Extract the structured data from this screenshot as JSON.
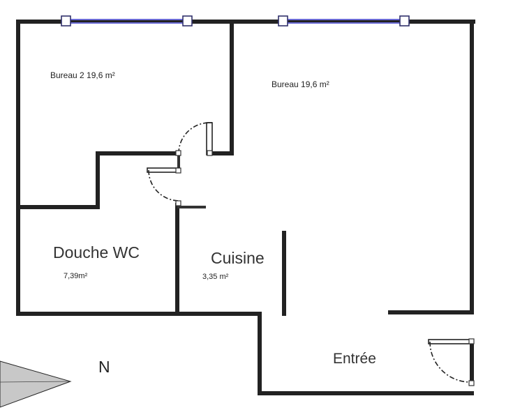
{
  "rooms": {
    "bureau2": {
      "name": "Bureau 2",
      "area": "19,6 m²"
    },
    "bureau": {
      "name": "Bureau",
      "area": "19,6 m²"
    },
    "douche_wc": {
      "name": "Douche WC",
      "area": "7,39m²"
    },
    "cuisine": {
      "name": "Cuisine",
      "area": "3,35 m²"
    },
    "entree": {
      "name": "Entrée"
    }
  },
  "compass": {
    "label": "N"
  },
  "colors": {
    "wall": "#222222",
    "window_glass": "#6b6bd6",
    "compass_fill": "#c8c8c8"
  }
}
